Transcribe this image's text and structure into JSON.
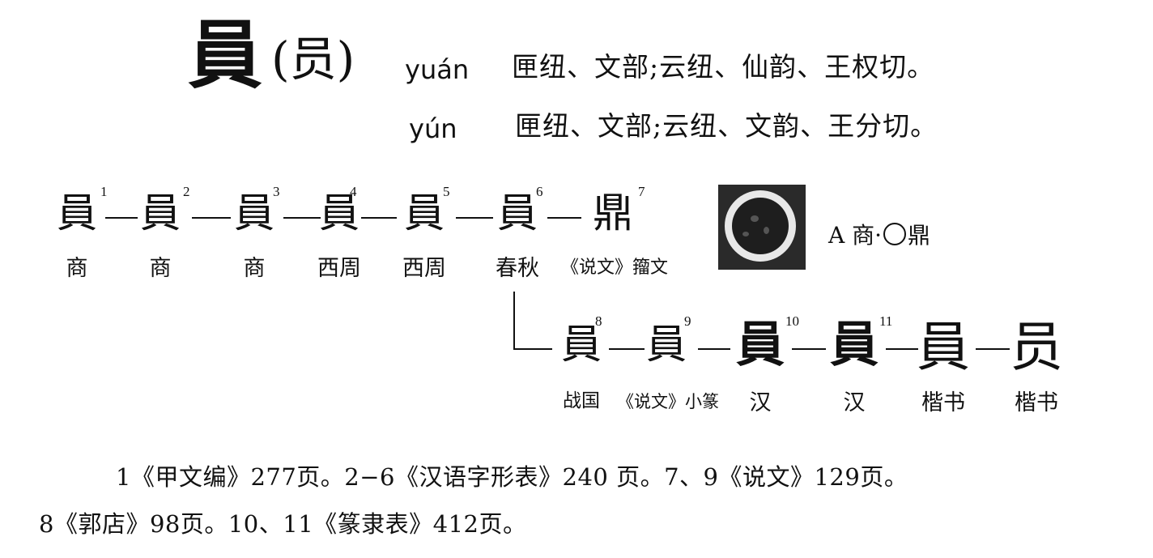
{
  "header": {
    "char": "員",
    "simplified": "(员)",
    "readings": [
      {
        "pinyin": "yuán",
        "fanqie": "匣纽、文部;云纽、仙韵、王权切。"
      },
      {
        "pinyin": "yún",
        "fanqie": "匣纽、文部;云纽、文韵、王分切。"
      }
    ]
  },
  "row1": [
    {
      "glyph": "員",
      "num": "1",
      "period": "商"
    },
    {
      "glyph": "員",
      "num": "2",
      "period": "商"
    },
    {
      "glyph": "員",
      "num": "3",
      "period": "商"
    },
    {
      "glyph": "員",
      "num": "4",
      "period": "西周"
    },
    {
      "glyph": "員",
      "num": "5",
      "period": "西周"
    },
    {
      "glyph": "員",
      "num": "6",
      "period": "春秋"
    },
    {
      "glyph": "鼎",
      "num": "7",
      "period": "《说文》籀文"
    }
  ],
  "row2": [
    {
      "glyph": "員",
      "num": "8",
      "period": "战国"
    },
    {
      "glyph": "員",
      "num": "9",
      "period": "《说文》小篆"
    },
    {
      "glyph": "員",
      "num": "10",
      "period": "汉"
    },
    {
      "glyph": "員",
      "num": "11",
      "period": "汉"
    },
    {
      "glyph": "員",
      "num": "",
      "period": "楷书"
    },
    {
      "glyph": "员",
      "num": "",
      "period": "楷书"
    }
  ],
  "figure": {
    "caption_a": "A 商·",
    "caption_b": "鼎"
  },
  "notes": [
    "1《甲文编》277页。2−6《汉语字形表》240 页。7、9《说文》129页。",
    "8《郭店》98页。10、11《篆隶表》412页。"
  ]
}
